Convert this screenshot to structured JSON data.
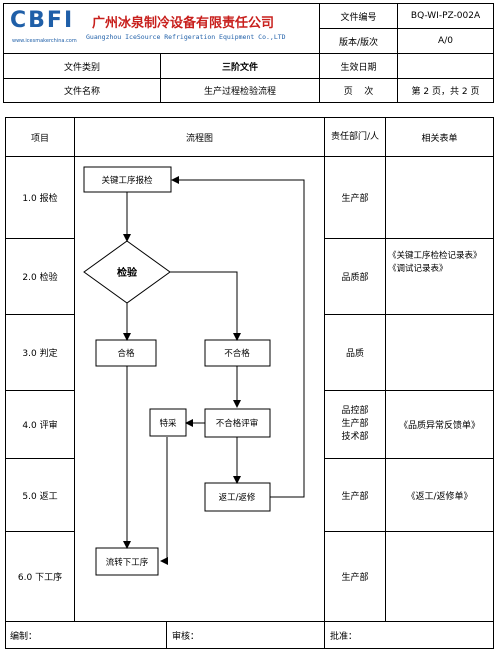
{
  "header": {
    "logo": "CBFI",
    "logo_site": "www.icesmakerchina.com",
    "company_cn": "广州冰泉制冷设备有限责任公司",
    "company_en": "Guangzhou IceSource Refrigeration Equipment Co.,LTD",
    "doc_no_label": "文件编号",
    "doc_no_value": "BQ-WI-PZ-002A",
    "version_label": "版本/版次",
    "version_value": "A/0",
    "type_label": "文件类别",
    "type_value": "三阶文件",
    "effective_label": "生效日期",
    "effective_value": "",
    "name_label": "文件名称",
    "name_value": "生产过程检验流程",
    "page_label": "页    次",
    "page_value": "第 2 页，共 2 页"
  },
  "table": {
    "col_item": "项目",
    "col_flow": "流程图",
    "col_dept": "责任部门/人",
    "col_form": "相关表单",
    "rows": [
      {
        "item": "1.0 报检",
        "dept": "生产部",
        "form": ""
      },
      {
        "item": "2.0 检验",
        "dept": "品质部",
        "form": "《关键工序检检记录表》\n《调试记录表》"
      },
      {
        "item": "3.0 判定",
        "dept": "品质",
        "form": ""
      },
      {
        "item": "4.0 评审",
        "dept": "品控部\n生产部\n技术部",
        "form": "《品质异常反馈单》"
      },
      {
        "item": "5.0 返工",
        "dept": "生产部",
        "form": "《返工/返修单》"
      },
      {
        "item": "6.0 下工序",
        "dept": "生产部",
        "form": ""
      }
    ]
  },
  "flow": {
    "report": "关键工序报检",
    "inspect": "检验",
    "pass": "合格",
    "fail": "不合格",
    "special": "特采",
    "review": "不合格评审",
    "rework": "返工/返修",
    "next": "流转下工序"
  },
  "footer": {
    "prepared": "编制：",
    "reviewed": "审核：",
    "approved": "批准："
  }
}
